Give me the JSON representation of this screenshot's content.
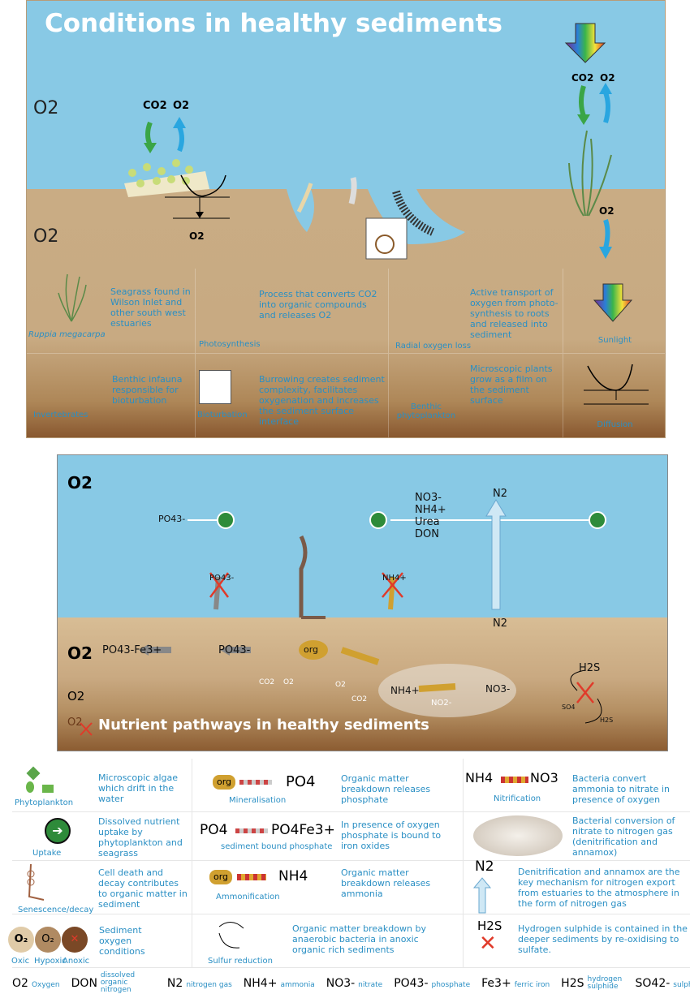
{
  "top_panel": {
    "title": "Conditions in healthy sediments",
    "labels": {
      "o2_water": "O2",
      "o2_sediment": "O2",
      "co2": "CO2",
      "o2": "O2"
    },
    "legend": [
      {
        "label": "Ruppia megacarpa",
        "text": "Seagrass found in Wilson Inlet and other south west estuaries"
      },
      {
        "label": "Photosynthesis",
        "text": "Process that converts CO2 into organic compounds and releases O2"
      },
      {
        "label": "Radial oxygen loss",
        "text": "Active transport of oxygen from photo-synthesis to roots and released into sediment"
      },
      {
        "label": "Sunlight",
        "text": ""
      },
      {
        "label": "Invertebrates",
        "text": "Benthic infauna responsible for bioturbation"
      },
      {
        "label": "Bioturbation",
        "text": "Burrowing creates sediment complexity, facilitates oxygenation and increases the sediment surface interface"
      },
      {
        "label": "Benthic phytoplankton",
        "text": "Microscopic plants grow as a film on the sediment surface"
      },
      {
        "label": "Diffusion",
        "text": ""
      }
    ]
  },
  "bottom_panel": {
    "title": "Nutrient pathways in healthy sediments",
    "labels": {
      "o2_water": "O2",
      "o2_sed_top": "O2",
      "o2_sed_mid": "O2",
      "o2_sed_low": "O2",
      "po4_water": "PO43-",
      "nutrients": [
        "NO3-",
        "NH4+",
        "Urea",
        "DON"
      ],
      "n2_water": "N2",
      "n2_sed": "N2",
      "po4_crossed": "PO43-",
      "nh4_crossed": "NH4+",
      "po4fe": "PO43-Fe3+",
      "po4_sed": "PO43-",
      "org": "org",
      "co2_a": "CO2",
      "o2_a": "O2",
      "o2_b": "O2",
      "co2_b": "CO2",
      "nh4_sed": "NH4+",
      "no2_sed": "NO2-",
      "no3_sed": "NO3-",
      "h2s": "H2S",
      "so4": "SO4",
      "h2s_small": "H2S"
    }
  },
  "legend": {
    "rows": [
      [
        {
          "label": "Phytoplankton",
          "text": "Microscopic algae which drift in the water"
        },
        {
          "label": "Mineralisation",
          "text": "Organic matter breakdown releases phosphate"
        },
        {
          "label": "Nitrification",
          "text": "Bacteria convert ammonia to nitrate in presence of oxygen"
        }
      ],
      [
        {
          "label": "Uptake",
          "text": "Dissolved nutrient uptake by phytoplankton and seagrass"
        },
        {
          "label": "sediment bound phosphate",
          "text": "In presence of oxygen phosphate is bound to iron oxides"
        },
        {
          "label": "",
          "text": "Bacterial conversion of nitrate to nitrogen gas (denitrification and annamox)"
        }
      ],
      [
        {
          "label": "Senescence/decay",
          "text": "Cell death and decay contributes to organic matter in sediment"
        },
        {
          "label": "Ammonification",
          "text": "Organic matter breakdown releases ammonia"
        },
        {
          "label": "",
          "text": "Denitrification and annamox are the key mechanism for nitrogen export from estuaries to the atmosphere in the form of nitrogen gas"
        }
      ],
      [
        {
          "label": "",
          "text": "Sediment oxygen conditions"
        },
        {
          "label": "Sulfur reduction",
          "text": "Organic matter breakdown by anaerobic bacteria in anoxic organic rich sediments"
        },
        {
          "label": "",
          "text": "Hydrogen sulphide is contained in the deeper sediments by re-oxidising to sulfate."
        }
      ]
    ],
    "oxygen_states": [
      "Oxic",
      "Hypoxic",
      "Anoxic"
    ],
    "formula_labels": {
      "org": "org",
      "po4": "PO4",
      "nh4": "NH4",
      "no3": "NO3",
      "fe": "Fe3+",
      "n2": "N2",
      "h2s": "H2S"
    },
    "key": [
      {
        "symbol": "O2",
        "name": "Oxygen"
      },
      {
        "symbol": "DON",
        "name": "dissolved organic nitrogen"
      },
      {
        "symbol": "N2",
        "name": "nitrogen gas"
      },
      {
        "symbol": "NH4+",
        "name": "ammonia"
      },
      {
        "symbol": "NO3-",
        "name": "nitrate"
      },
      {
        "symbol": "PO43-",
        "name": "phosphate"
      },
      {
        "symbol": "Fe3+",
        "name": "ferric iron"
      },
      {
        "symbol": "H2S",
        "name": "hydrogen sulphide"
      },
      {
        "symbol": "SO42-",
        "name": "sulphate"
      }
    ],
    "colors": {
      "text": "#2a8fc4",
      "sky": "#88c9e5",
      "sediment": "#c8aa82",
      "uptake": "#2e8b3a"
    }
  }
}
